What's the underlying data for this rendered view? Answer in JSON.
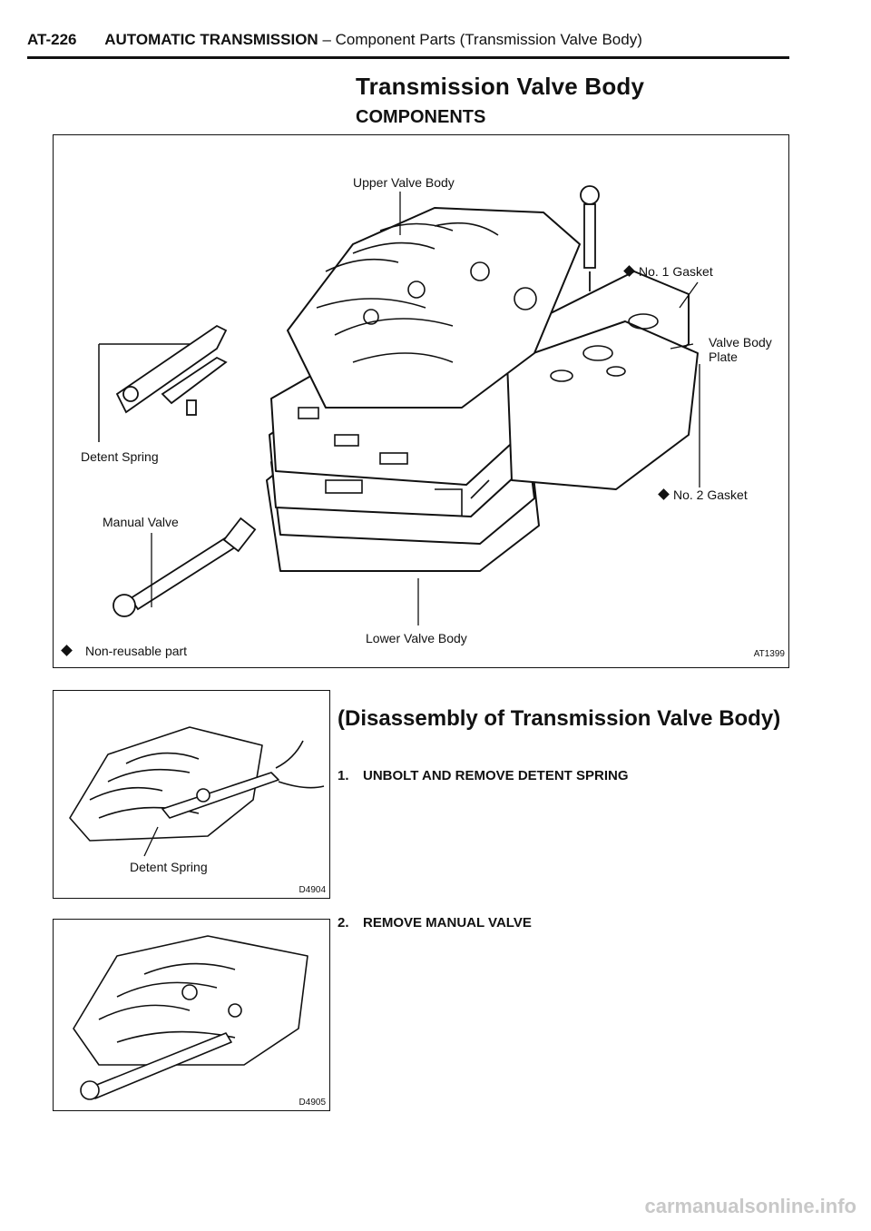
{
  "header": {
    "page_number": "AT-226",
    "section": "AUTOMATIC TRANSMISSION",
    "subsection": "– Component Parts (Transmission Valve Body)"
  },
  "title": "Transmission Valve Body",
  "subtitle": "COMPONENTS",
  "components_figure": {
    "labels": {
      "upper_valve_body": "Upper Valve Body",
      "no1_gasket": "No. 1 Gasket",
      "valve_body_plate_line1": "Valve Body",
      "valve_body_plate_line2": "Plate",
      "detent_spring": "Detent Spring",
      "manual_valve": "Manual Valve",
      "no2_gasket": "No. 2 Gasket",
      "lower_valve_body": "Lower Valve Body"
    },
    "legend": "Non-reusable part",
    "figure_code": "AT1399"
  },
  "disassembly": {
    "heading": "(Disassembly of Transmission Valve Body)",
    "steps": [
      {
        "number": "1.",
        "text": "UNBOLT AND REMOVE DETENT SPRING"
      },
      {
        "number": "2.",
        "text": "REMOVE MANUAL VALVE"
      }
    ]
  },
  "figure_detent": {
    "label": "Detent Spring",
    "code": "D4904"
  },
  "figure_manual": {
    "code": "D4905"
  },
  "footer": {
    "watermark": "carmanualsonline.info"
  }
}
